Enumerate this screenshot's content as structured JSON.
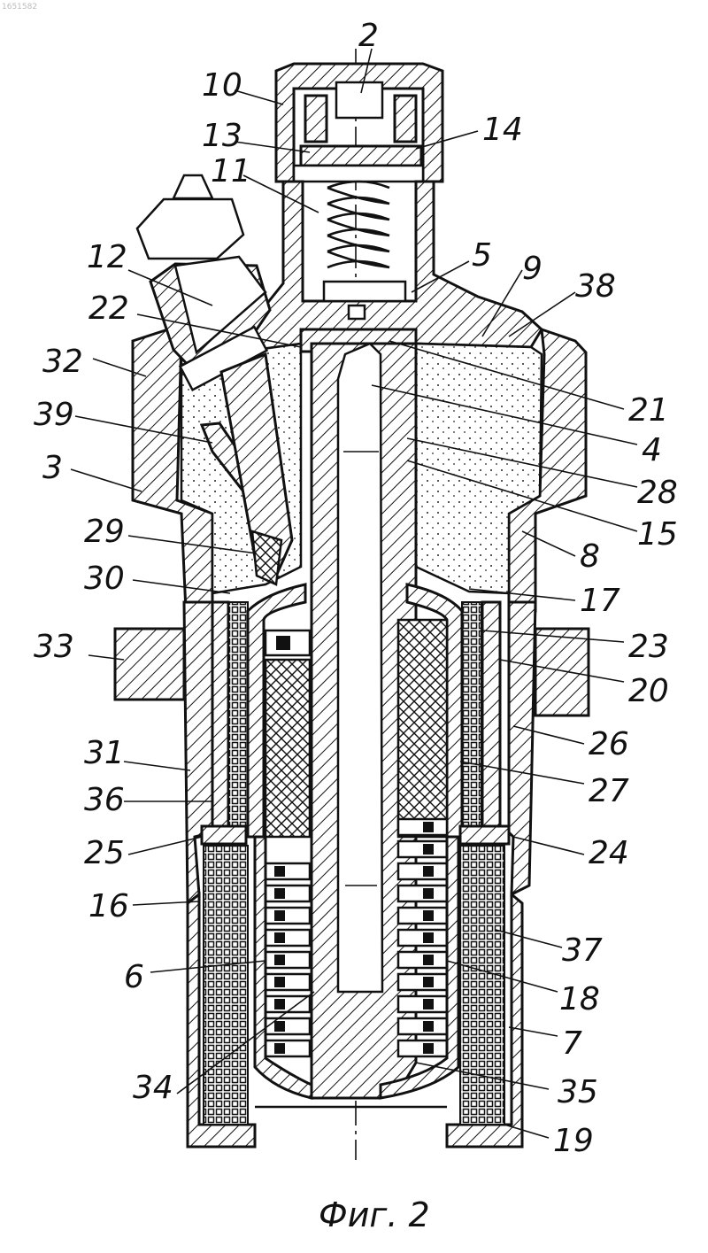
{
  "header": {
    "corner_text": "1651582"
  },
  "caption": "Фиг. 2",
  "labels": {
    "l2": "2",
    "l10": "10",
    "l13": "13",
    "l14": "14",
    "l11": "11",
    "l12": "12",
    "l5": "5",
    "l9": "9",
    "l38": "38",
    "l22": "22",
    "l32": "32",
    "l21": "21",
    "l39": "39",
    "l4": "4",
    "l3": "3",
    "l28": "28",
    "l15": "15",
    "l29": "29",
    "l8": "8",
    "l30": "30",
    "l17": "17",
    "l33": "33",
    "l23": "23",
    "l20": "20",
    "l31": "31",
    "l26": "26",
    "l36": "36",
    "l27": "27",
    "l25": "25",
    "l24": "24",
    "l16": "16",
    "l37": "37",
    "l6": "6",
    "l18": "18",
    "l7": "7",
    "l34": "34",
    "l35": "35",
    "l19": "19"
  }
}
